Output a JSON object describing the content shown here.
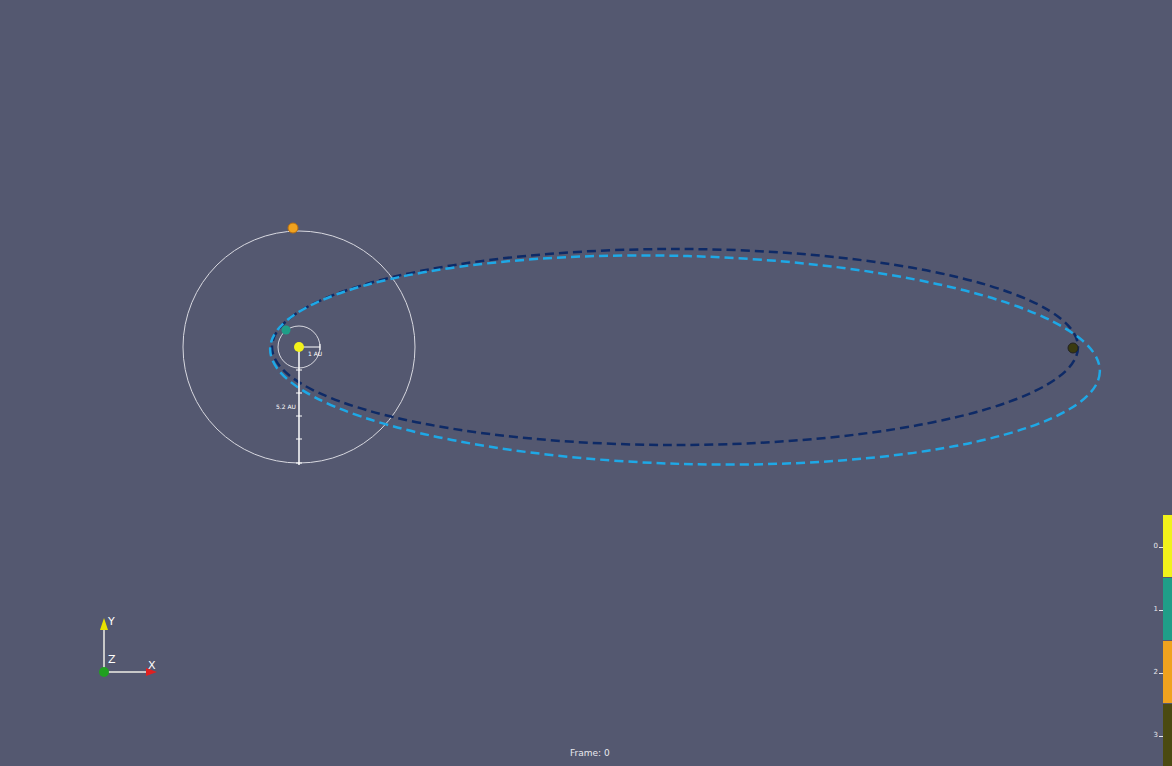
{
  "diagram": {
    "labels": [
      "1 AU",
      "5.2 AU",
      "Frame: 0",
      "Y",
      "Z",
      "X"
    ],
    "legend": [
      {
        "text": "0",
        "color": "#f2f21a"
      },
      {
        "text": "1",
        "color": "#1f9e88"
      },
      {
        "text": "2",
        "color": "#f0a21e"
      },
      {
        "text": "3",
        "color": "#4b4a12"
      }
    ]
  }
}
